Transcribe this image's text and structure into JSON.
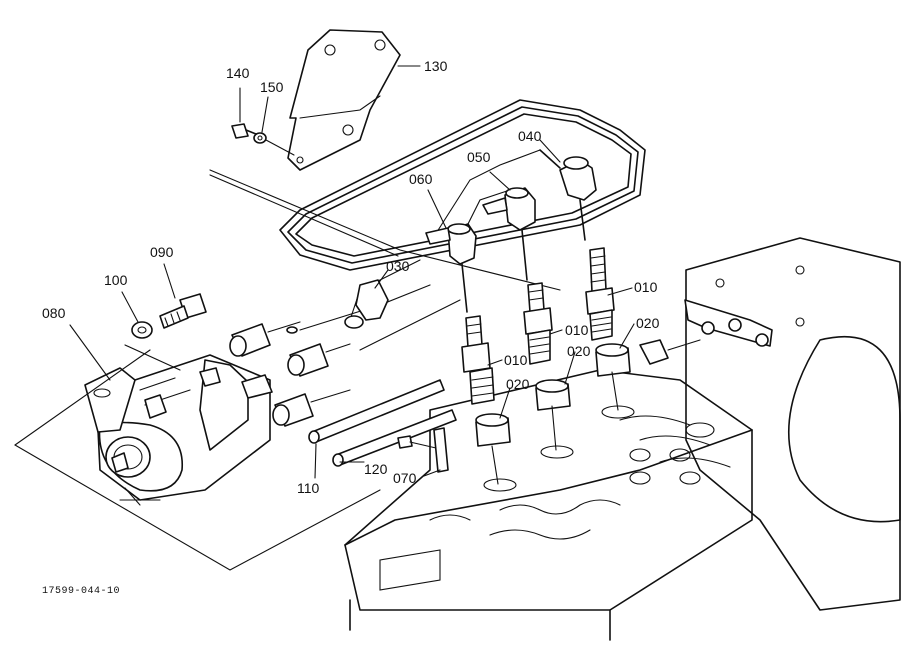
{
  "labels": {
    "p010": "010",
    "p020": "020",
    "p030": "030",
    "p040": "040",
    "p050": "050",
    "p060": "060",
    "p070": "070",
    "p080": "080",
    "p090": "090",
    "p100": "100",
    "p110": "110",
    "p120": "120",
    "p130": "130",
    "p140": "140",
    "p150": "150"
  },
  "reference": "17599-044-10"
}
